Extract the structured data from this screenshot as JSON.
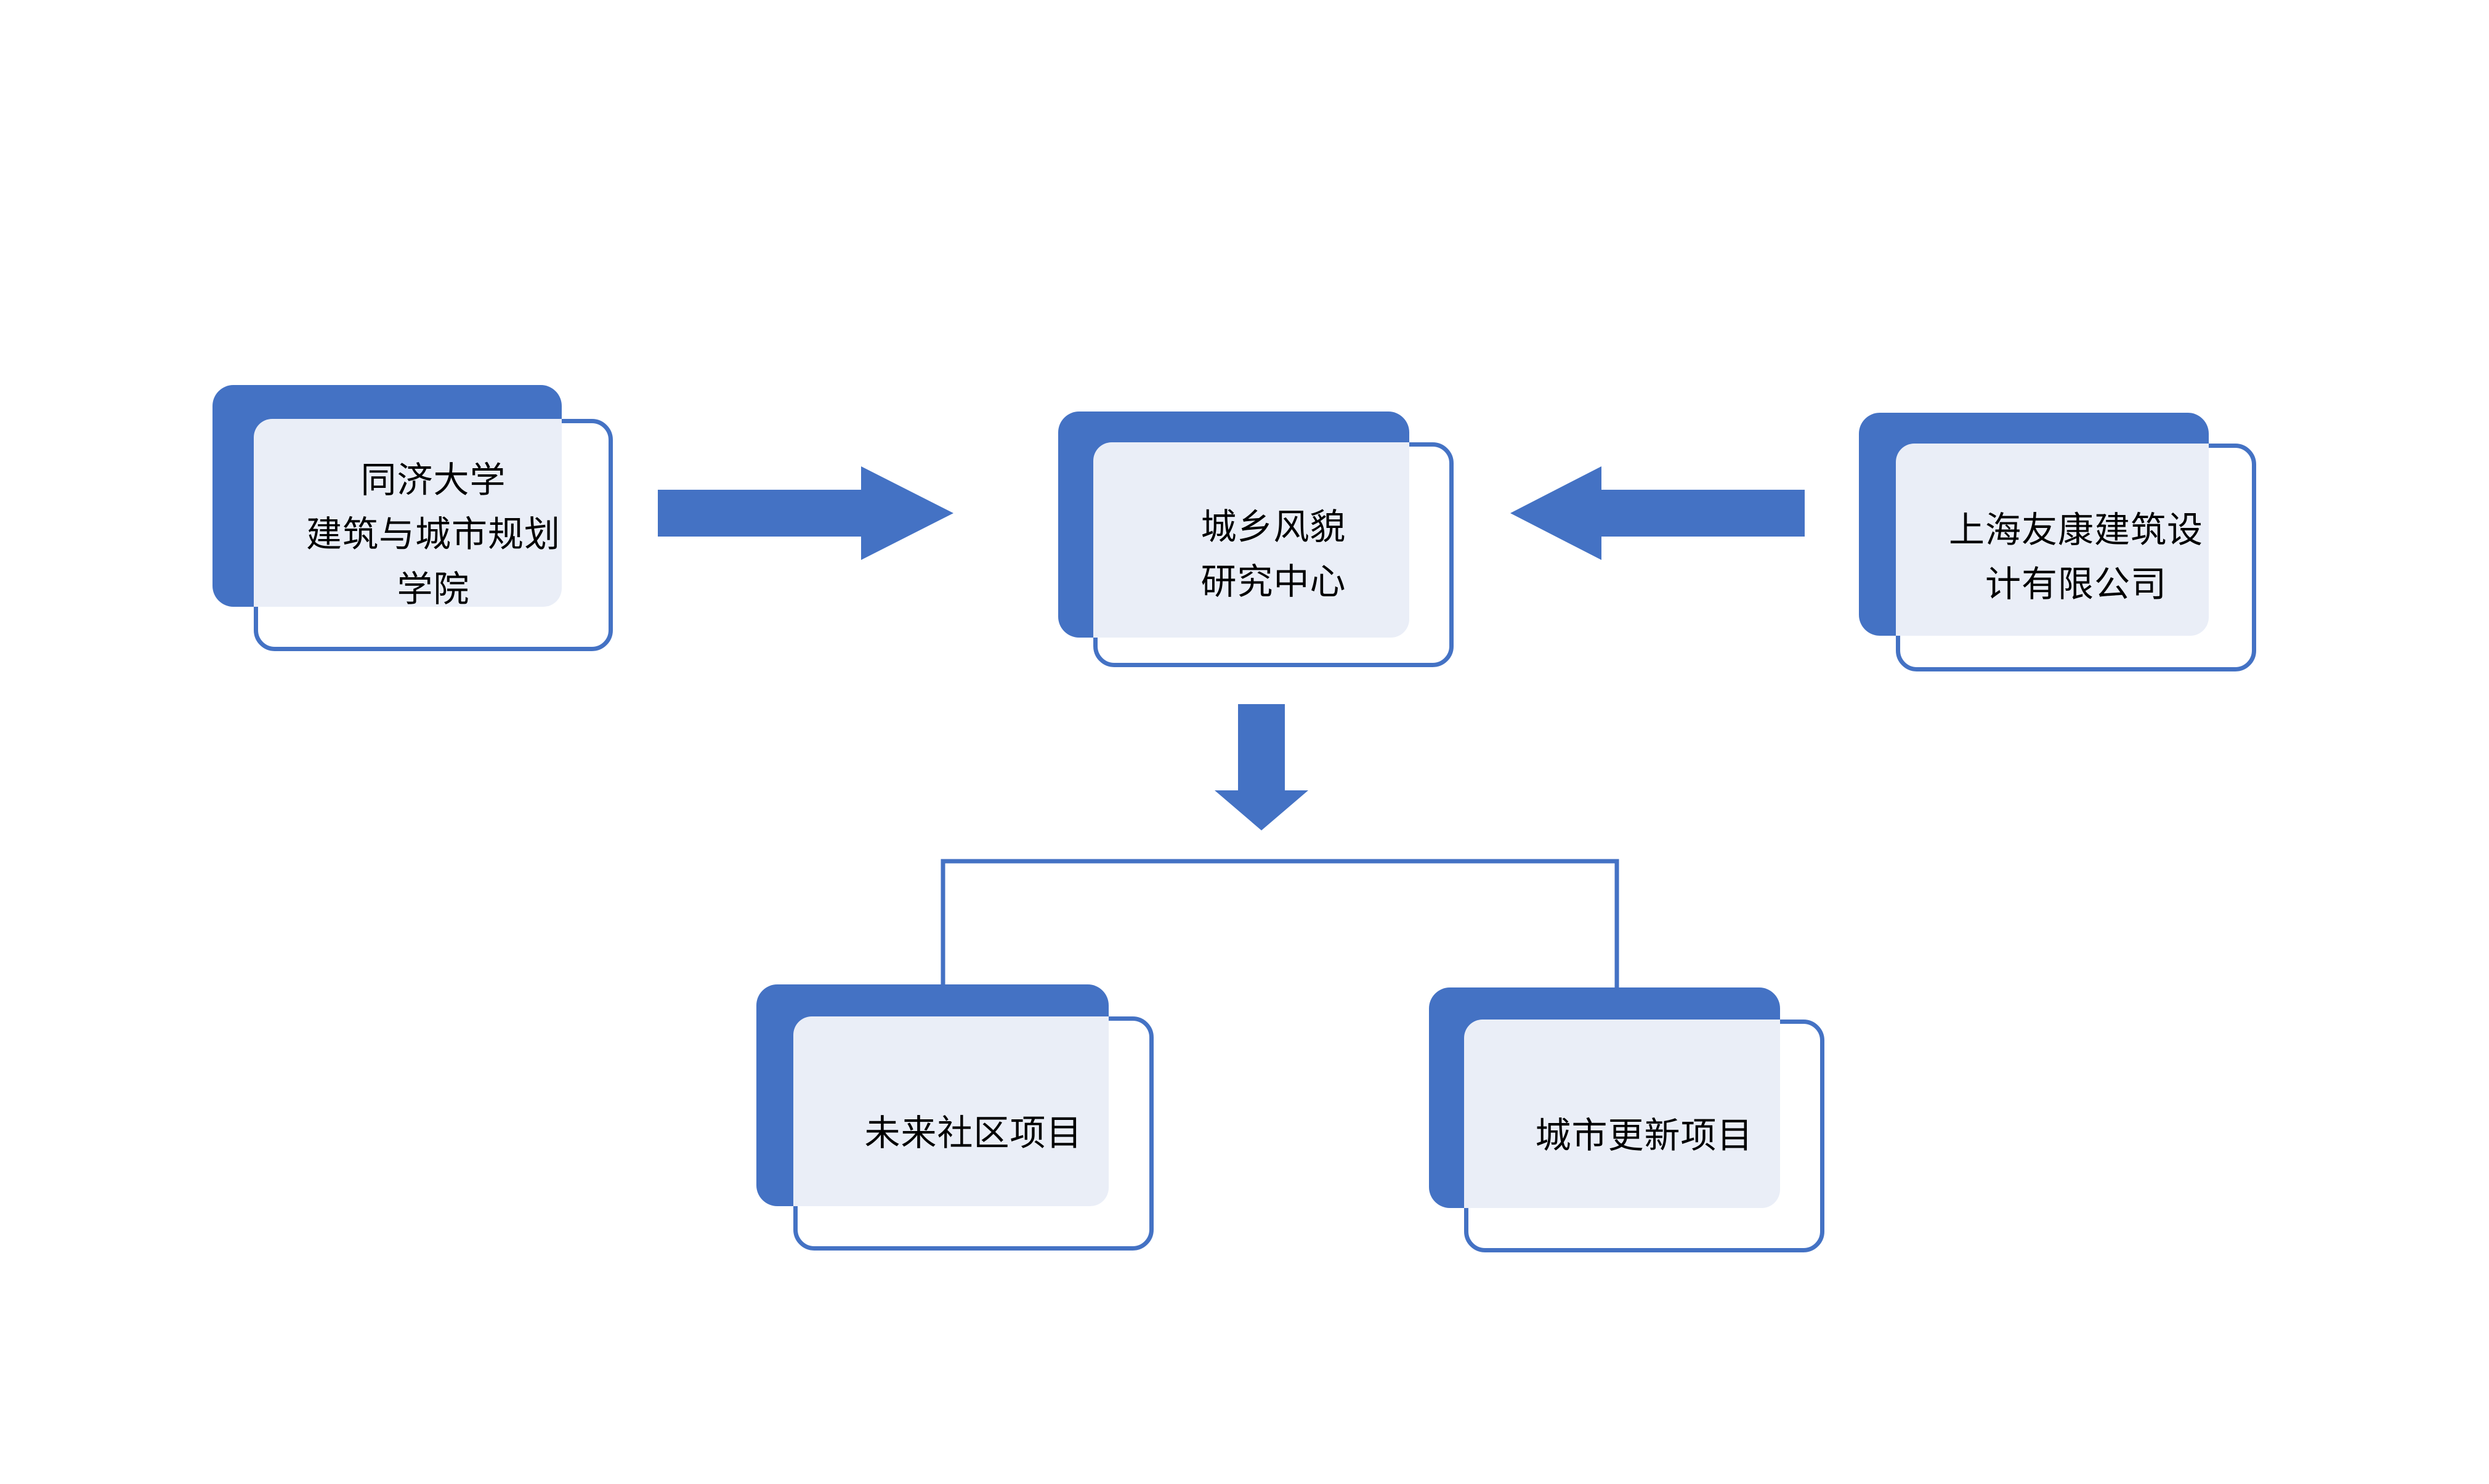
{
  "diagram": {
    "type": "organization-flow",
    "background_color": "#ffffff",
    "accent_color": "#4472c4",
    "tint_color": "#eaeef7",
    "text_color": "#000000",
    "nodes": [
      {
        "id": "tongji",
        "role": "source-left",
        "lines": [
          "同济大学",
          "建筑与城市规划",
          "学院"
        ],
        "text": "同济大学建筑与城市规划学院"
      },
      {
        "id": "center",
        "role": "hub",
        "lines": [
          "城乡风貌",
          "研究中心"
        ],
        "text": "城乡风貌研究中心"
      },
      {
        "id": "youkang",
        "role": "source-right",
        "lines": [
          "上海友康建筑设",
          "计有限公司"
        ],
        "text": "上海友康建筑设计有限公司"
      },
      {
        "id": "future-community",
        "role": "output-left",
        "lines": [
          "未来社区项目"
        ],
        "text": "未来社区项目"
      },
      {
        "id": "urban-renewal",
        "role": "output-right",
        "lines": [
          "城市更新项目"
        ],
        "text": "城市更新项目"
      }
    ],
    "connectors": [
      {
        "id": "arrow-left-to-center",
        "kind": "block-arrow",
        "direction": "right",
        "from": "tongji",
        "to": "center"
      },
      {
        "id": "arrow-right-to-center",
        "kind": "block-arrow",
        "direction": "left",
        "from": "youkang",
        "to": "center"
      },
      {
        "id": "arrow-center-down",
        "kind": "block-arrow",
        "direction": "down",
        "from": "center",
        "to": "split"
      },
      {
        "id": "split-to-projects",
        "kind": "elbow-line",
        "from": "center",
        "to": [
          "future-community",
          "urban-renewal"
        ]
      }
    ]
  }
}
